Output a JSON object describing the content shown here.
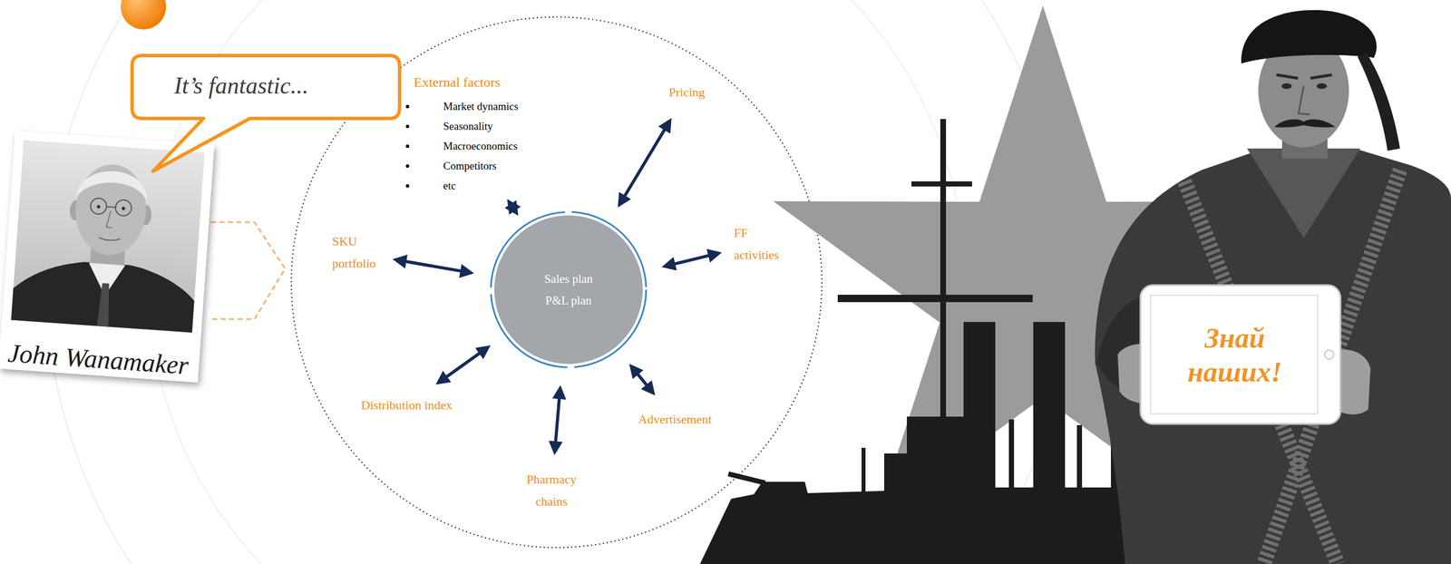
{
  "diagram": {
    "nodes": [
      {
        "text": [
          "It’s fantastic..."
        ]
      },
      {
        "text": [
          "External factors",
          "Market dynamics",
          "Seasonality",
          "Macroeconomics",
          "Competitors",
          "etc"
        ]
      },
      {
        "text": [
          "Pricing"
        ]
      },
      {
        "text": [
          "SKU portfolio"
        ]
      },
      {
        "text": [
          "Sales plan",
          "P&L plan"
        ]
      },
      {
        "text": [
          "FF activities"
        ]
      },
      {
        "text": [
          "Distribution index"
        ]
      },
      {
        "text": [
          "Advertisement"
        ]
      },
      {
        "text": [
          "Pharmacy chains"
        ]
      },
      {
        "text": [
          "Знай наших!"
        ]
      }
    ],
    "edges": [
      {
        "from": 4,
        "to": 1,
        "arrow": "both"
      },
      {
        "from": 4,
        "to": 2,
        "arrow": "both"
      },
      {
        "from": 4,
        "to": 3,
        "arrow": "both"
      },
      {
        "from": 4,
        "to": 5,
        "arrow": "both"
      },
      {
        "from": 4,
        "to": 6,
        "arrow": "both"
      },
      {
        "from": 4,
        "to": 7,
        "arrow": "both"
      },
      {
        "from": 4,
        "to": 8,
        "arrow": "both"
      }
    ],
    "labels": [
      "John Wanamaker"
    ]
  }
}
